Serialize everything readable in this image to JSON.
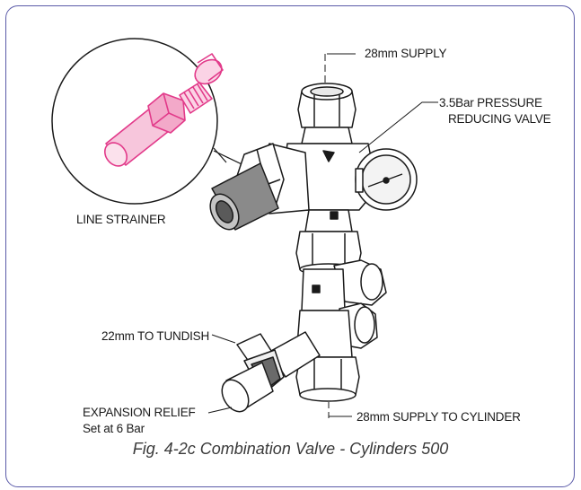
{
  "labels": {
    "supply": "28mm SUPPLY",
    "prv_line1": "3.5Bar PRESSURE",
    "prv_line2": "REDUCING VALVE",
    "strainer": "LINE STRAINER",
    "tundish": "22mm TO TUNDISH",
    "relief_line1": "EXPANSION RELIEF",
    "relief_line2": "Set at 6 Bar",
    "cylinder": "28mm SUPPLY TO CYLINDER"
  },
  "caption": "Fig. 4-2c Combination Valve - Cylinders 500",
  "colors": {
    "frame": "#5a5aa8",
    "strainer": "#e23a8a",
    "body_fill": "#ffffff",
    "body_line": "#1a1a1a",
    "filter_grey": "#8a8a8a"
  }
}
